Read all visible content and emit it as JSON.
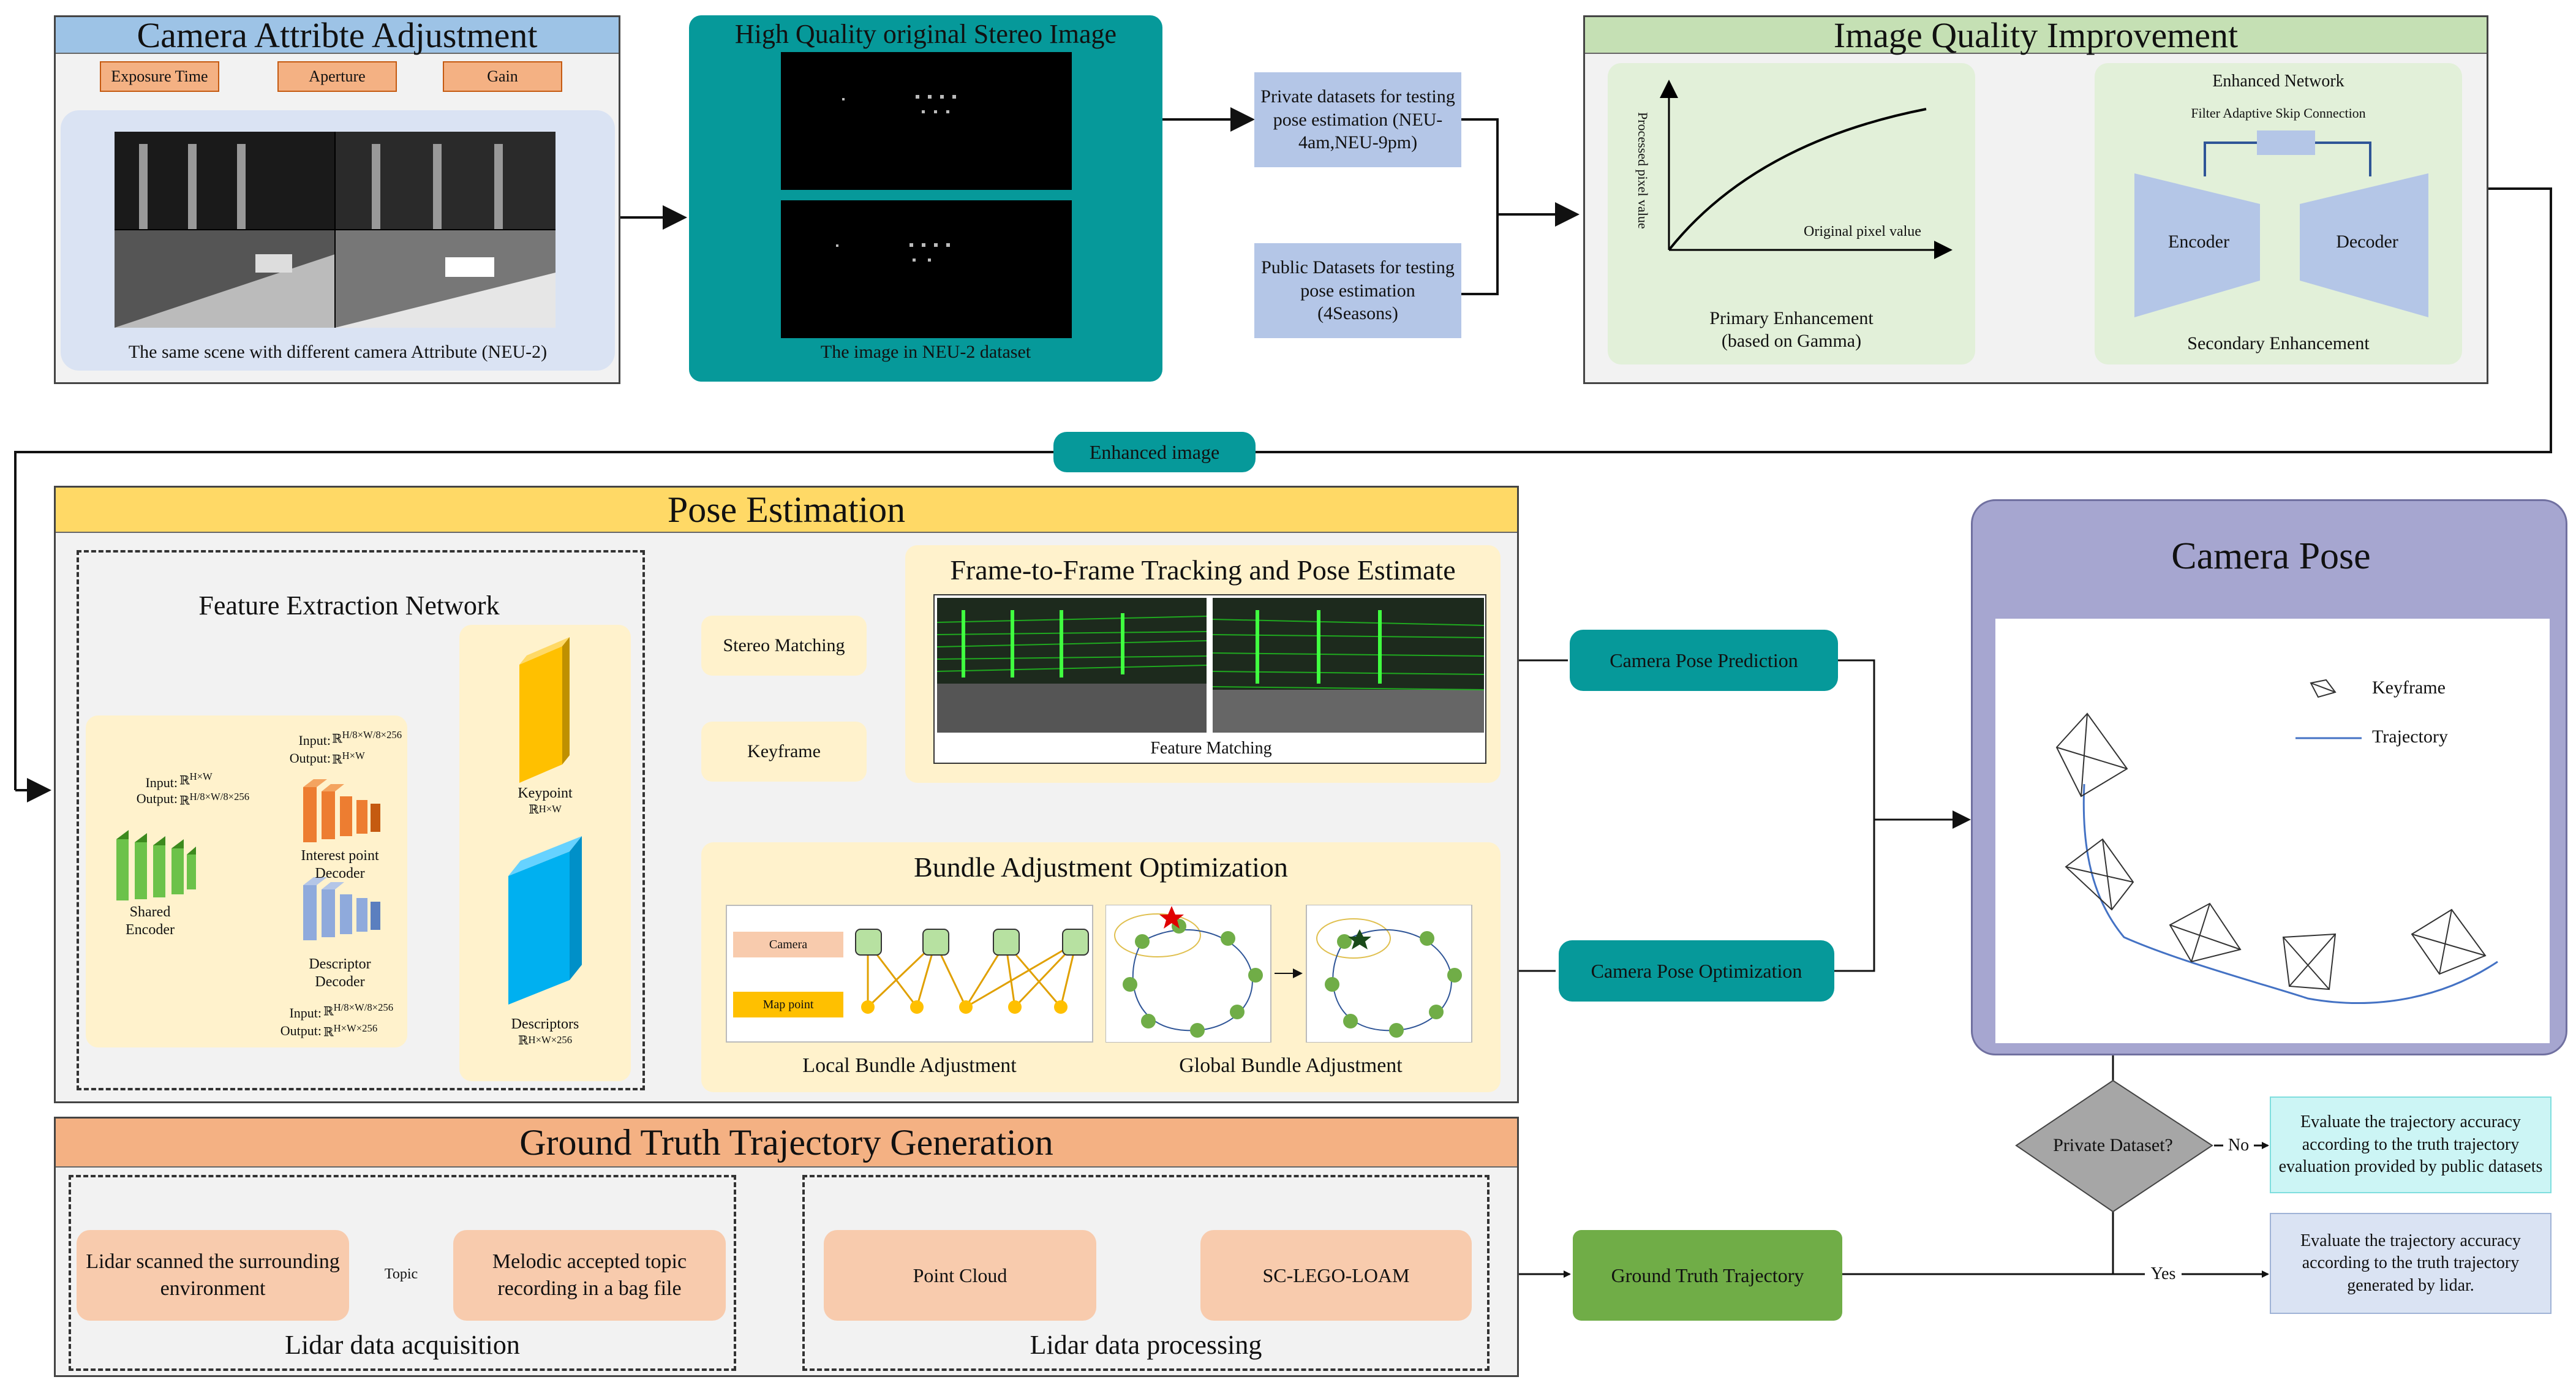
{
  "camera_attr": {
    "title": "Camera Attribte Adjustment",
    "buttons": [
      "Exposure Time",
      "Aperture",
      "Gain"
    ],
    "caption": "The same scene with different camera Attribute (NEU-2)"
  },
  "stereo": {
    "title": "High Quality original Stereo Image",
    "caption": "The image in NEU-2 dataset"
  },
  "datasets": {
    "private": "Private datasets for testing pose estimation (NEU-4am,NEU-9pm)",
    "public": "Public Datasets for testing pose estimation (4Seasons)"
  },
  "iqi": {
    "title": "Image Quality Improvement",
    "plot_ylabel": "Processed pixel value",
    "plot_xlabel": "Original pixel value",
    "primary_line1": "Primary Enhancement",
    "primary_line2": "(based on Gamma)",
    "network_title": "Enhanced Network",
    "skip_label": "Filter Adaptive Skip Connection",
    "encoder": "Encoder",
    "decoder": "Decoder",
    "secondary": "Secondary Enhancement"
  },
  "enhanced_image": "Enhanced image",
  "pose": {
    "title": "Pose Estimation",
    "fen_title": "Feature Extraction Network",
    "shared_encoder": "Shared Encoder",
    "interest_decoder": "Interest point Decoder",
    "descriptor_decoder": "Descriptor Decoder",
    "input_label": "Input:",
    "output_label": "Output:",
    "keypoint": "Keypoint",
    "descriptors": "Descriptors",
    "stereo_matching": "Stereo Matching",
    "keyframe": "Keyframe",
    "f2f_title": "Frame-to-Frame Tracking and Pose Estimate",
    "feature_matching": "Feature Matching",
    "ba_title": "Bundle Adjustment Optimization",
    "camera_label": "Camera",
    "mappoint_label": "Map point",
    "local_ba": "Local Bundle Adjustment",
    "global_ba": "Global Bundle Adjustment",
    "pose_prediction": "Camera Pose Prediction",
    "pose_optimization": "Camera Pose Optimization"
  },
  "camera_pose": {
    "title": "Camera Pose",
    "legend_keyframe": "Keyframe",
    "legend_trajectory": "Trajectory"
  },
  "gt": {
    "title": "Ground Truth Trajectory Generation",
    "lidar_scan": "Lidar scanned the surrounding environment",
    "topic": "Topic",
    "melodic": "Melodic accepted topic recording in a bag file",
    "lidar_acq": "Lidar data acquisition",
    "point_cloud": "Point Cloud",
    "sc_lego": "SC-LEGO-LOAM",
    "lidar_proc": "Lidar data processing",
    "gt_traj": "Ground Truth Trajectory"
  },
  "decision": {
    "question": "Private Dataset?",
    "no": "No",
    "yes": "Yes",
    "eval_public": "Evaluate the trajectory accuracy according to the truth trajectory evaluation provided by public datasets",
    "eval_lidar": "Evaluate the trajectory accuracy according to the truth trajectory generated by lidar."
  },
  "colors": {
    "teal": "#06999a",
    "light_blue_box": "#b4c6e7",
    "orange_header": "#f4b183",
    "yellow_header": "#ffd966",
    "green_header": "#c5e0b4",
    "cream_panel": "#fff2cc",
    "green_panel": "#e2f0d9",
    "purple_header": "#a6a6d0",
    "salmon_box": "#f8cbad",
    "ground_green": "#70ad47",
    "cyan_box": "#ccf5f5",
    "pale_blue_box": "#dae3f3"
  }
}
